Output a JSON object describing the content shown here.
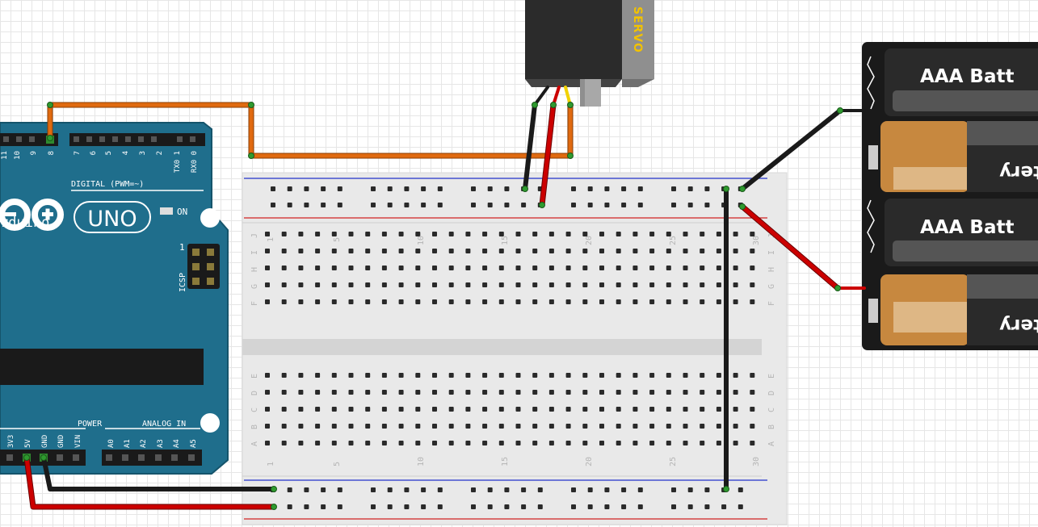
{
  "arduino": {
    "digital_pins": [
      "11",
      "10",
      "9",
      "8",
      "7",
      "6",
      "5",
      "4",
      "3",
      "2",
      "TX0 1",
      "RX0 0"
    ],
    "digital_label": "DIGITAL (PWM=~)",
    "model": "UNO",
    "brand": "rduino",
    "on_label": "ON",
    "icsp_label": "ICSP",
    "icsp_pin1": "1",
    "power_label": "POWER",
    "analog_label": "ANALOG IN",
    "power_pins": [
      "3V3",
      "5V",
      "GND",
      "GND",
      "VIN"
    ],
    "analog_pins": [
      "A0",
      "A1",
      "A2",
      "A3",
      "A4",
      "A5"
    ]
  },
  "breadboard": {
    "column_numbers": [
      "1",
      "5",
      "10",
      "15",
      "20",
      "25",
      "30"
    ],
    "row_letters_top": [
      "J",
      "I",
      "H",
      "G",
      "F"
    ],
    "row_letters_bottom": [
      "E",
      "D",
      "C",
      "B",
      "A"
    ]
  },
  "servo": {
    "label": "SERVO"
  },
  "battery": {
    "cell_label": "AAA Batt",
    "cell_label_flipped": "tery"
  },
  "colors": {
    "arduino_blue": "#1f6e8c",
    "wire_orange": "#e06a10",
    "wire_black": "#1a1a1a",
    "wire_red": "#cc0000",
    "rail_red": "#d22",
    "rail_blue": "#2233cc",
    "breadboard": "#e9e9e9"
  }
}
